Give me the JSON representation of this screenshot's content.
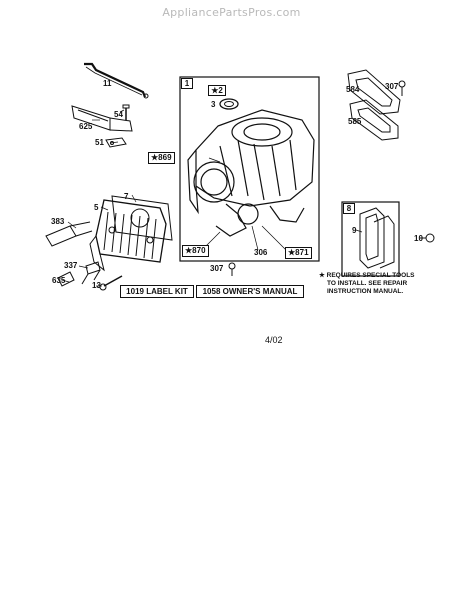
{
  "watermark": "AppliancePartsPros.com",
  "parts": {
    "p11": "11",
    "p54": "54",
    "p625": "625",
    "p51": "51",
    "p7": "7",
    "p5": "5",
    "p383": "383",
    "p337": "337",
    "p635": "635",
    "p13": "13",
    "p584": "584",
    "p307a": "307",
    "p585": "585",
    "p9": "9",
    "p10": "10",
    "p306": "306",
    "p307b": "307",
    "p3": "3"
  },
  "boxes": {
    "b1": "1",
    "b2": "★2",
    "b8": "8"
  },
  "starred": {
    "s869": "★869",
    "s870": "★870",
    "s871": "★871"
  },
  "note": {
    "line1": "★ REQUIRES SPECIAL TOOLS",
    "line2": "TO INSTALL. SEE REPAIR",
    "line3": "INSTRUCTION MANUAL."
  },
  "kits": {
    "label_kit": "1019 LABEL KIT",
    "owners_manual": "1058 OWNER'S MANUAL"
  },
  "date": "4/02"
}
